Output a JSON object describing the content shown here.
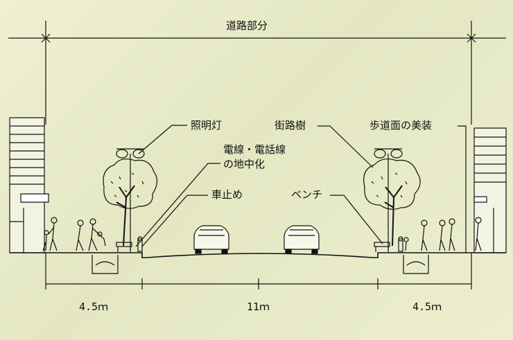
{
  "title": "道路部分",
  "labels": {
    "lamp": "照明灯",
    "cables_line1": "電線・電話線",
    "cables_line2": "の地中化",
    "bollard": "車止め",
    "street_tree": "街路樹",
    "bench": "ベンチ",
    "pavement": "歩道面の美装"
  },
  "dimensions": {
    "left_sidewalk": "4.5ｍ",
    "roadway": "11ｍ",
    "right_sidewalk": "4.5ｍ"
  },
  "colors": {
    "background": "#e9ebc9",
    "ink": "#111111"
  }
}
